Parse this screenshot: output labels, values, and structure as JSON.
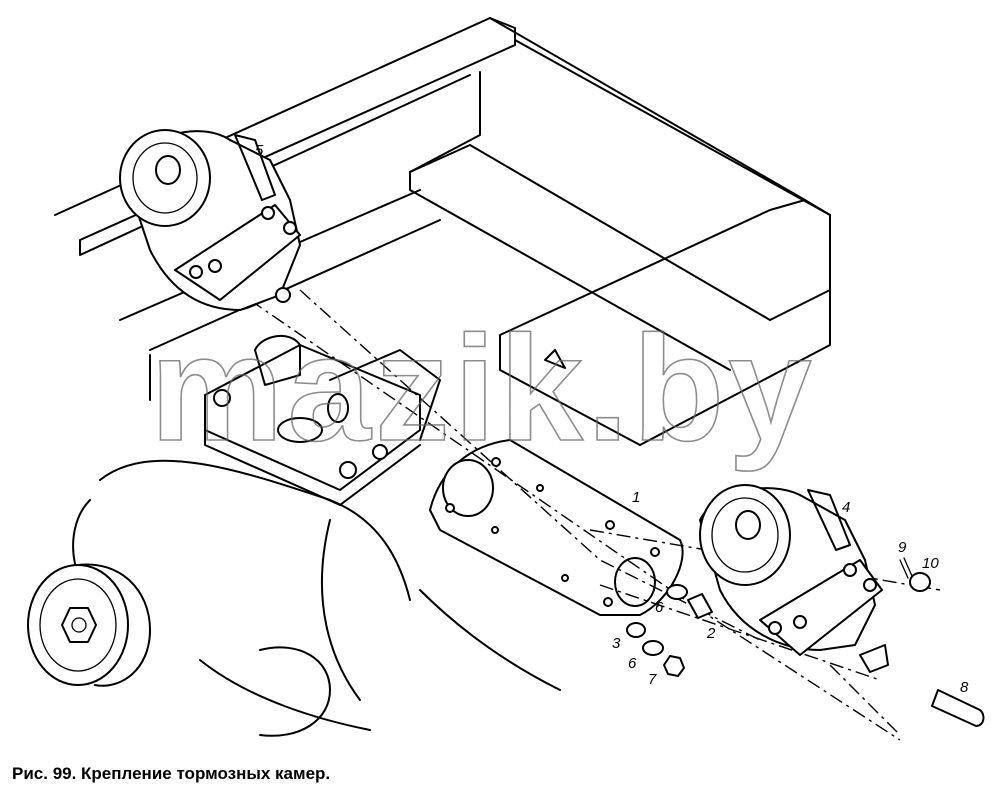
{
  "caption": "Рис. 99. Крепление тормозных камер.",
  "watermark": "mazik.by",
  "callouts": [
    "1",
    "2",
    "3",
    "4",
    "5",
    "6",
    "6",
    "7",
    "8",
    "9",
    "10"
  ]
}
